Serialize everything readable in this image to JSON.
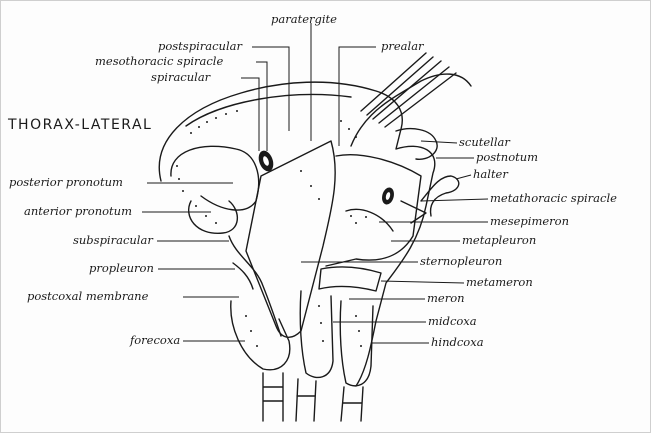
{
  "title": "THORAX-LATERAL",
  "labels": {
    "paratergite": "paratergite",
    "postspiracular": "postspiracular",
    "prealar": "prealar",
    "mesothoracic_spiracle": "mesothoracic spiracle",
    "spiracular": "spiracular",
    "scutellar": "scutellar",
    "postnotum": "postnotum",
    "halter": "halter",
    "posterior_pronotum": "posterior pronotum",
    "metathoracic_spiracle": "metathoracic spiracle",
    "anterior_pronotum": "anterior pronotum",
    "mesepimeron": "mesepimeron",
    "subspiracular": "subspiracular",
    "metapleuron": "metapleuron",
    "propleuron": "propleuron",
    "sternopleuron": "sternopleuron",
    "metameron": "metameron",
    "postcoxal_membrane": "postcoxal membrane",
    "meron": "meron",
    "midcoxa": "midcoxa",
    "forecoxa": "forecoxa",
    "hindcoxa": "hindcoxa"
  }
}
